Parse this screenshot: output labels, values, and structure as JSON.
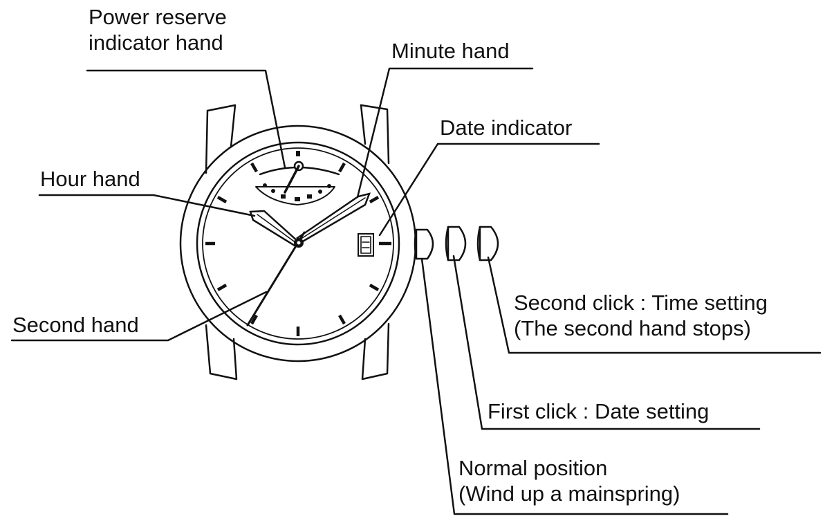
{
  "labels": {
    "power_reserve": [
      "Power reserve",
      "indicator hand"
    ],
    "minute_hand": "Minute hand",
    "date_indicator": "Date indicator",
    "hour_hand": "Hour hand",
    "second_hand": "Second hand",
    "second_click": [
      "Second click : Time setting",
      "(The second hand stops)"
    ],
    "first_click": "First click : Date setting",
    "normal_position": [
      "Normal position",
      "(Wind up a mainspring)"
    ]
  },
  "colors": {
    "ink": "#111111",
    "background": "#ffffff"
  }
}
